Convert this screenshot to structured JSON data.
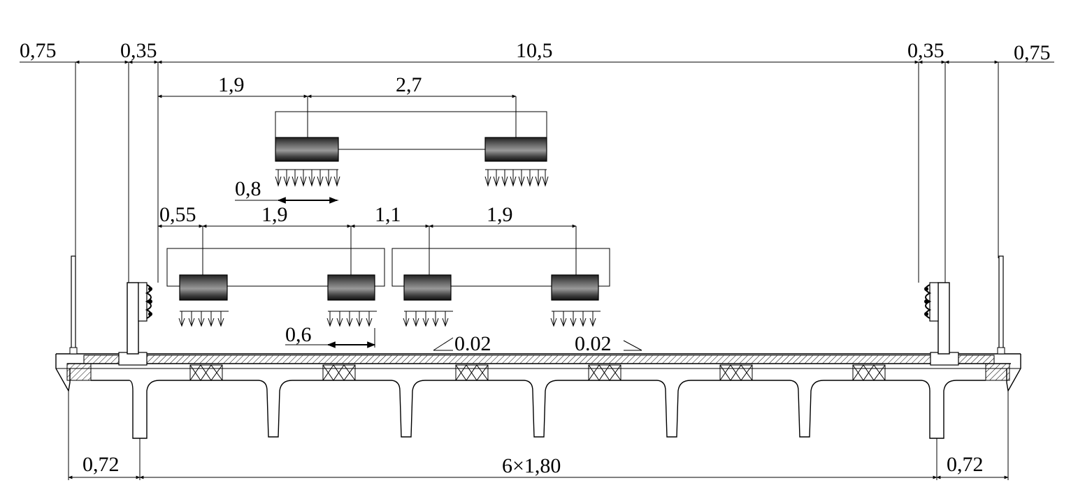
{
  "diagram": {
    "top_dims": {
      "left_sidewalk": "0,75",
      "left_barrier": "0,35",
      "carriageway": "10,5",
      "right_barrier": "0,35",
      "right_sidewalk": "0,75"
    },
    "load_a": {
      "offset": "1,9",
      "axle_spacing": "2,7",
      "wheel_width": "0,8"
    },
    "load_b": {
      "offset": "0,55",
      "spacing_1": "1,9",
      "gap": "1,1",
      "spacing_2": "1,9",
      "wheel_width": "0,6"
    },
    "slopes": {
      "left": "0.02",
      "right": "0.02"
    },
    "bottom_dims": {
      "left_cantilever": "0,72",
      "beams": "6×1,80",
      "right_cantilever": "0,72"
    }
  }
}
